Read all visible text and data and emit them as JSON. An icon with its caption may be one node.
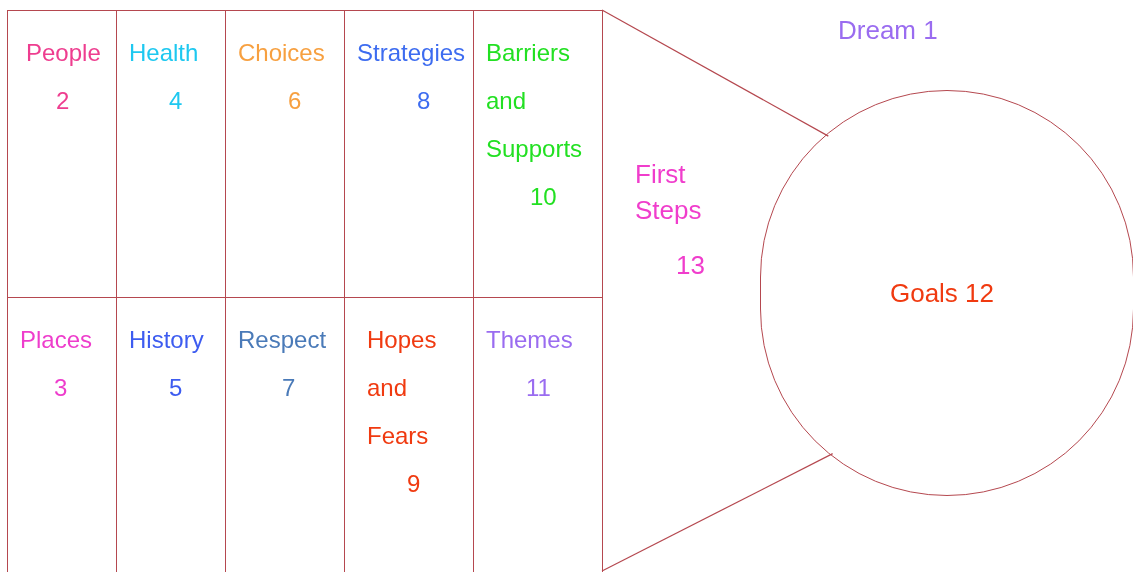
{
  "diagram": {
    "nodes": [
      {
        "text": [
          "People",
          "2"
        ]
      },
      {
        "text": [
          "Health",
          "4"
        ]
      },
      {
        "text": [
          "Choices",
          "6"
        ]
      },
      {
        "text": [
          "Strategies",
          "8"
        ]
      },
      {
        "text": [
          "Barriers and Supports",
          "10"
        ]
      },
      {
        "text": [
          "Places",
          "3"
        ]
      },
      {
        "text": [
          "History",
          "5"
        ]
      },
      {
        "text": [
          "Respect",
          "7"
        ]
      },
      {
        "text": [
          "Hopes and Fears",
          "9"
        ]
      },
      {
        "text": [
          "Themes",
          "11"
        ]
      },
      {
        "text": [
          "Goals 12"
        ]
      }
    ],
    "edges": [
      {
        "from": 4,
        "to": 10,
        "arrow": "none"
      },
      {
        "from": 9,
        "to": 10,
        "arrow": "none"
      }
    ],
    "labels": [
      "Dream 1",
      "First Steps",
      "13"
    ]
  }
}
